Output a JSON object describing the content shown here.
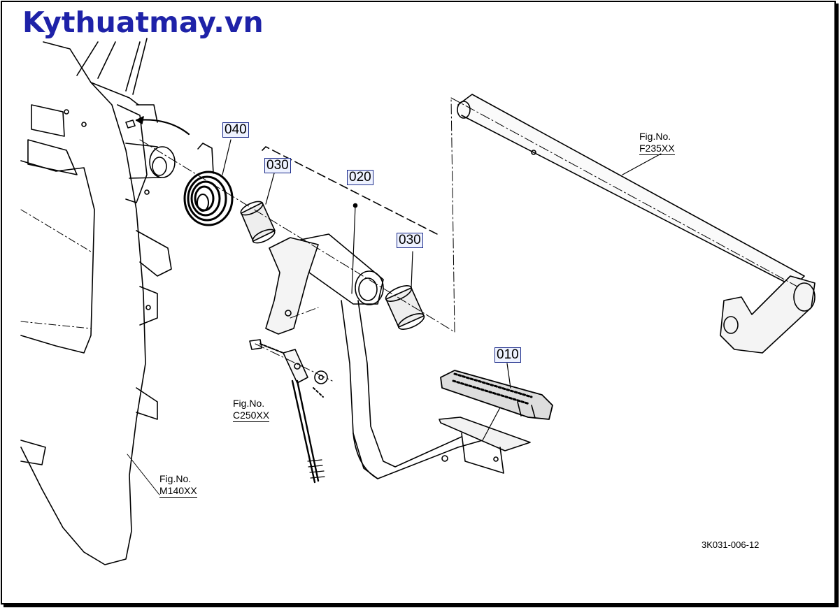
{
  "watermark": "Kythuatmay.vn",
  "callouts": {
    "part_040": "040",
    "part_030_upper": "030",
    "part_020": "020",
    "part_030_lower": "030",
    "part_010": "010"
  },
  "fig_refs": {
    "f235": {
      "label": "Fig.No.",
      "code": "F235XX"
    },
    "c250": {
      "label": "Fig.No.",
      "code": "C250XX"
    },
    "m140": {
      "label": "Fig.No.",
      "code": "M140XX"
    }
  },
  "drawing_number": "3K031-006-12",
  "colors": {
    "watermark": "#1e22a8",
    "callout_border": "#1a2a8a",
    "callout_fill": "#eef2ff",
    "line": "#000000"
  }
}
